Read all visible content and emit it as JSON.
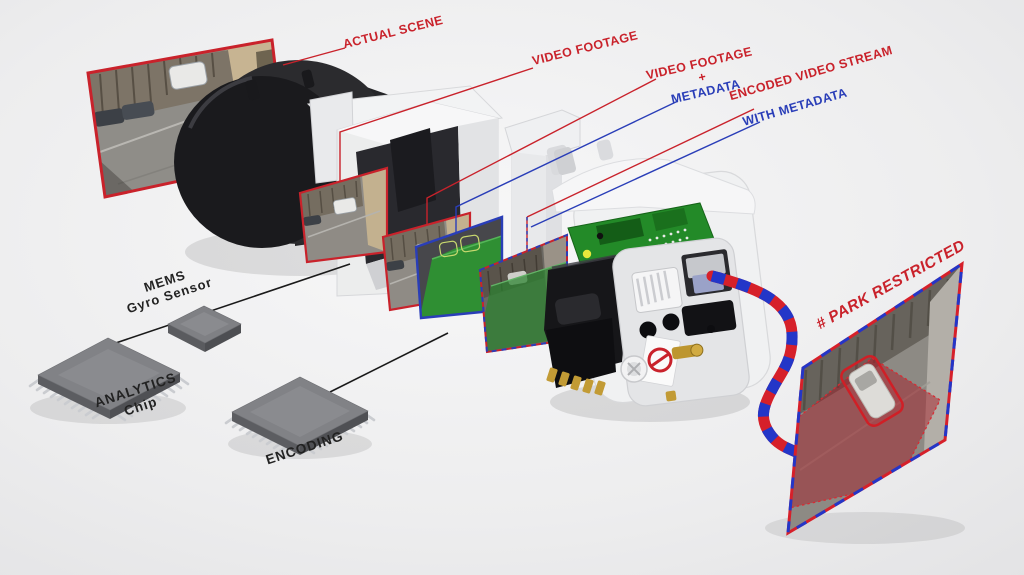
{
  "labels": {
    "actual_scene": "ACTUAL SCENE",
    "video_footage": "VIDEO FOOTAGE",
    "video_footage_meta": {
      "line1": "VIDEO FOOTAGE",
      "line2": "+",
      "line3": "METADATA"
    },
    "encoded": {
      "line1": "ENCODED VIDEO STREAM",
      "line2": "WITH METADATA"
    },
    "park_restricted": "# PARK RESTRICTED",
    "mems": {
      "line1": "MEMS",
      "line2": "Gyro Sensor"
    },
    "analytics": {
      "line1": "ANALYTICS",
      "line2": "Chip"
    },
    "encoding": "ENCODING"
  },
  "colors": {
    "label_red": "#c9222b",
    "label_blue": "#2a3eb8",
    "label_black": "#222222",
    "pcb_green": "#238a28",
    "metadata_overlay_green": "#2f8f33",
    "restricted_zone_red": "#a51923",
    "cable_red": "#d6202a",
    "cable_blue": "#2336c8",
    "chip_gray": "#818286"
  }
}
